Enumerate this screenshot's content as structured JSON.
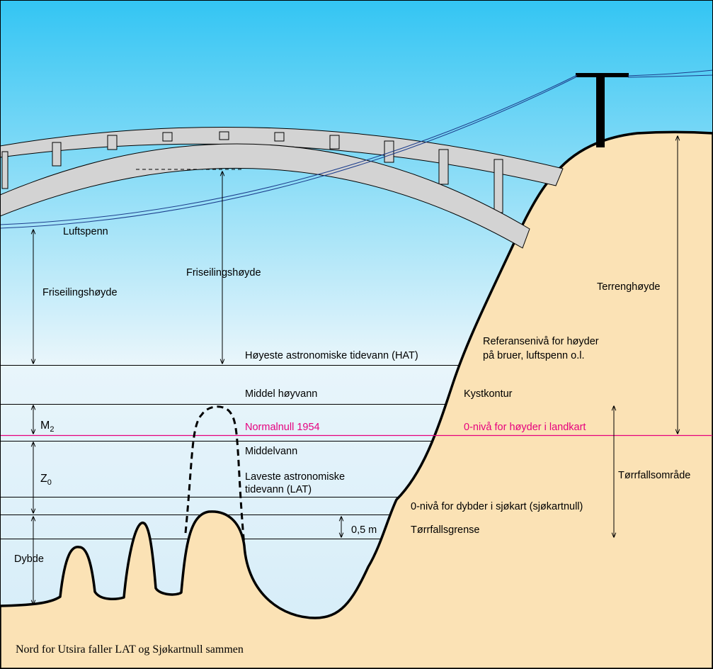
{
  "labels": {
    "luftspenn": "Luftspenn",
    "friseiling_left": "Friseilingshøyde",
    "friseiling_center": "Friseilingshøyde",
    "terrenghoyde": "Terrenghøyde",
    "hat": "Høyeste astronomiske tidevann (HAT)",
    "ref_line1": "Referansenivå for høyder",
    "ref_line2": "på bruer, luftspenn o.l.",
    "middel_hoyvann": "Middel høyvann",
    "kystkontur": "Kystkontur",
    "m2_main": "M",
    "m2_sub": "2",
    "normalnull": "Normalnull 1954",
    "null_landkart": "0-nivå for høyder i landkart",
    "middelvann": "Middelvann",
    "z0_main": "Z",
    "z0_sub": "0",
    "lat_line1": "Laveste astronomiske",
    "lat_line2": "tidevann (LAT)",
    "torrfallsomrade": "Tørrfallsområde",
    "sjokartnull": "0-nivå for dybder i sjøkart (sjøkartnull)",
    "half_meter": "0,5 m",
    "torrfallsgrense": "Tørrfallsgrense",
    "dybde": "Dybde",
    "footnote": "Nord for Utsira faller LAT og Sjøkartnull sammen"
  },
  "colors": {
    "sky_top": "#33c5f3",
    "sky_bottom": "#eaf6fb",
    "water_top": "#e8f5fb",
    "water_bottom": "#d4ecf8",
    "land": "#fbe2b5",
    "bridge": "#d3d3d3",
    "normalnull": "#e6007e"
  }
}
